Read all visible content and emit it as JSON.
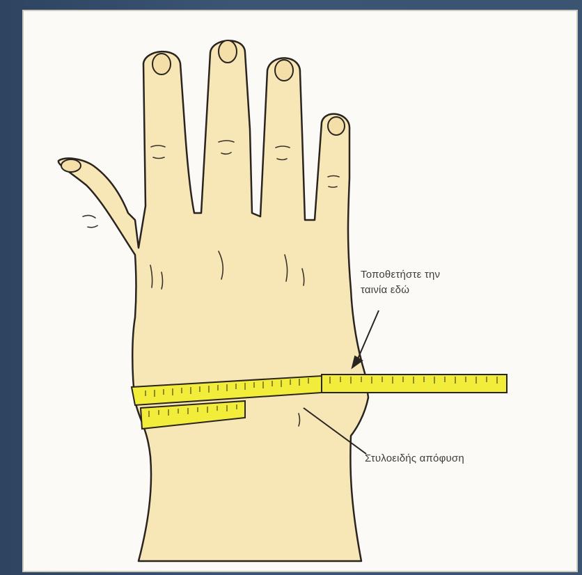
{
  "labels": {
    "tape_placement": [
      "Τοποθετήστε την",
      "ταινία εδώ"
    ],
    "styloid_process": "Στυλοειδής απόφυση"
  },
  "colors": {
    "background": "#34506e",
    "panel": "#fbfaf6",
    "skin": "#f7e6b6",
    "outline": "#2a2420",
    "tape": "#f2ec3a"
  },
  "icons": [
    "hand-illustration",
    "measuring-tape",
    "arrow-icon",
    "pointer-line"
  ]
}
